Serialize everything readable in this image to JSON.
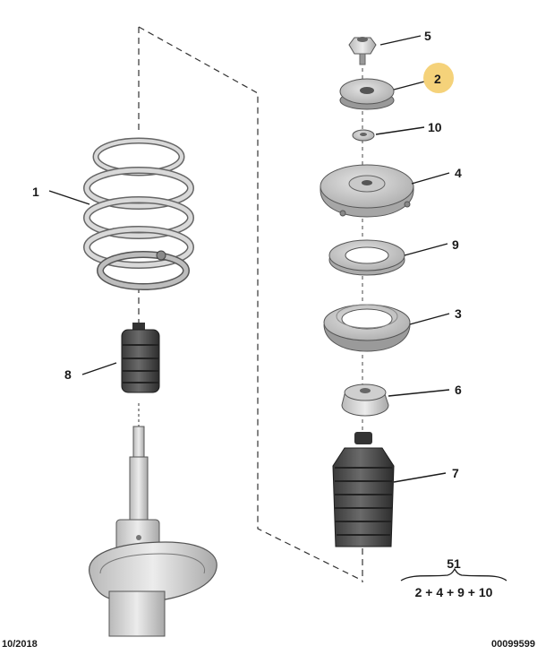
{
  "callouts": {
    "c1": "1",
    "c2": "2",
    "c3": "3",
    "c4": "4",
    "c5": "5",
    "c6": "6",
    "c7": "7",
    "c8": "8",
    "c9": "9",
    "c10": "10"
  },
  "highlight_color": "#f5d27a",
  "kit": {
    "number": "51",
    "formula": "2 + 4 + 9 + 10"
  },
  "footer": {
    "date": "10/2018",
    "reference": "00099599"
  }
}
